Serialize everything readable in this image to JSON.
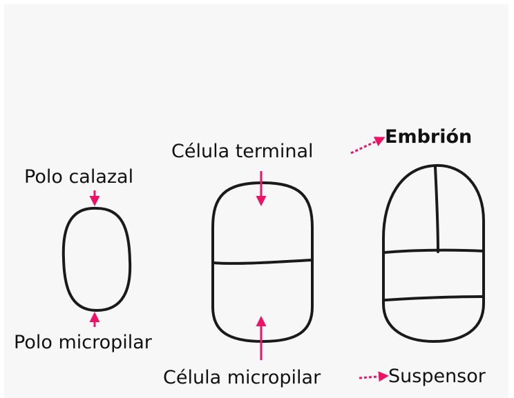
{
  "labels": {
    "polo_calazal": "Polo calazal",
    "polo_micropilar": "Polo micropilar",
    "celula_terminal": "Célula terminal",
    "celula_micropilar": "Célula micropilar",
    "embrion": "Embrión",
    "suspensor": "Suspensor"
  },
  "colors": {
    "arrow": "#ee1166",
    "outline": "#1a1a1a",
    "background": "#f7f7f7"
  }
}
